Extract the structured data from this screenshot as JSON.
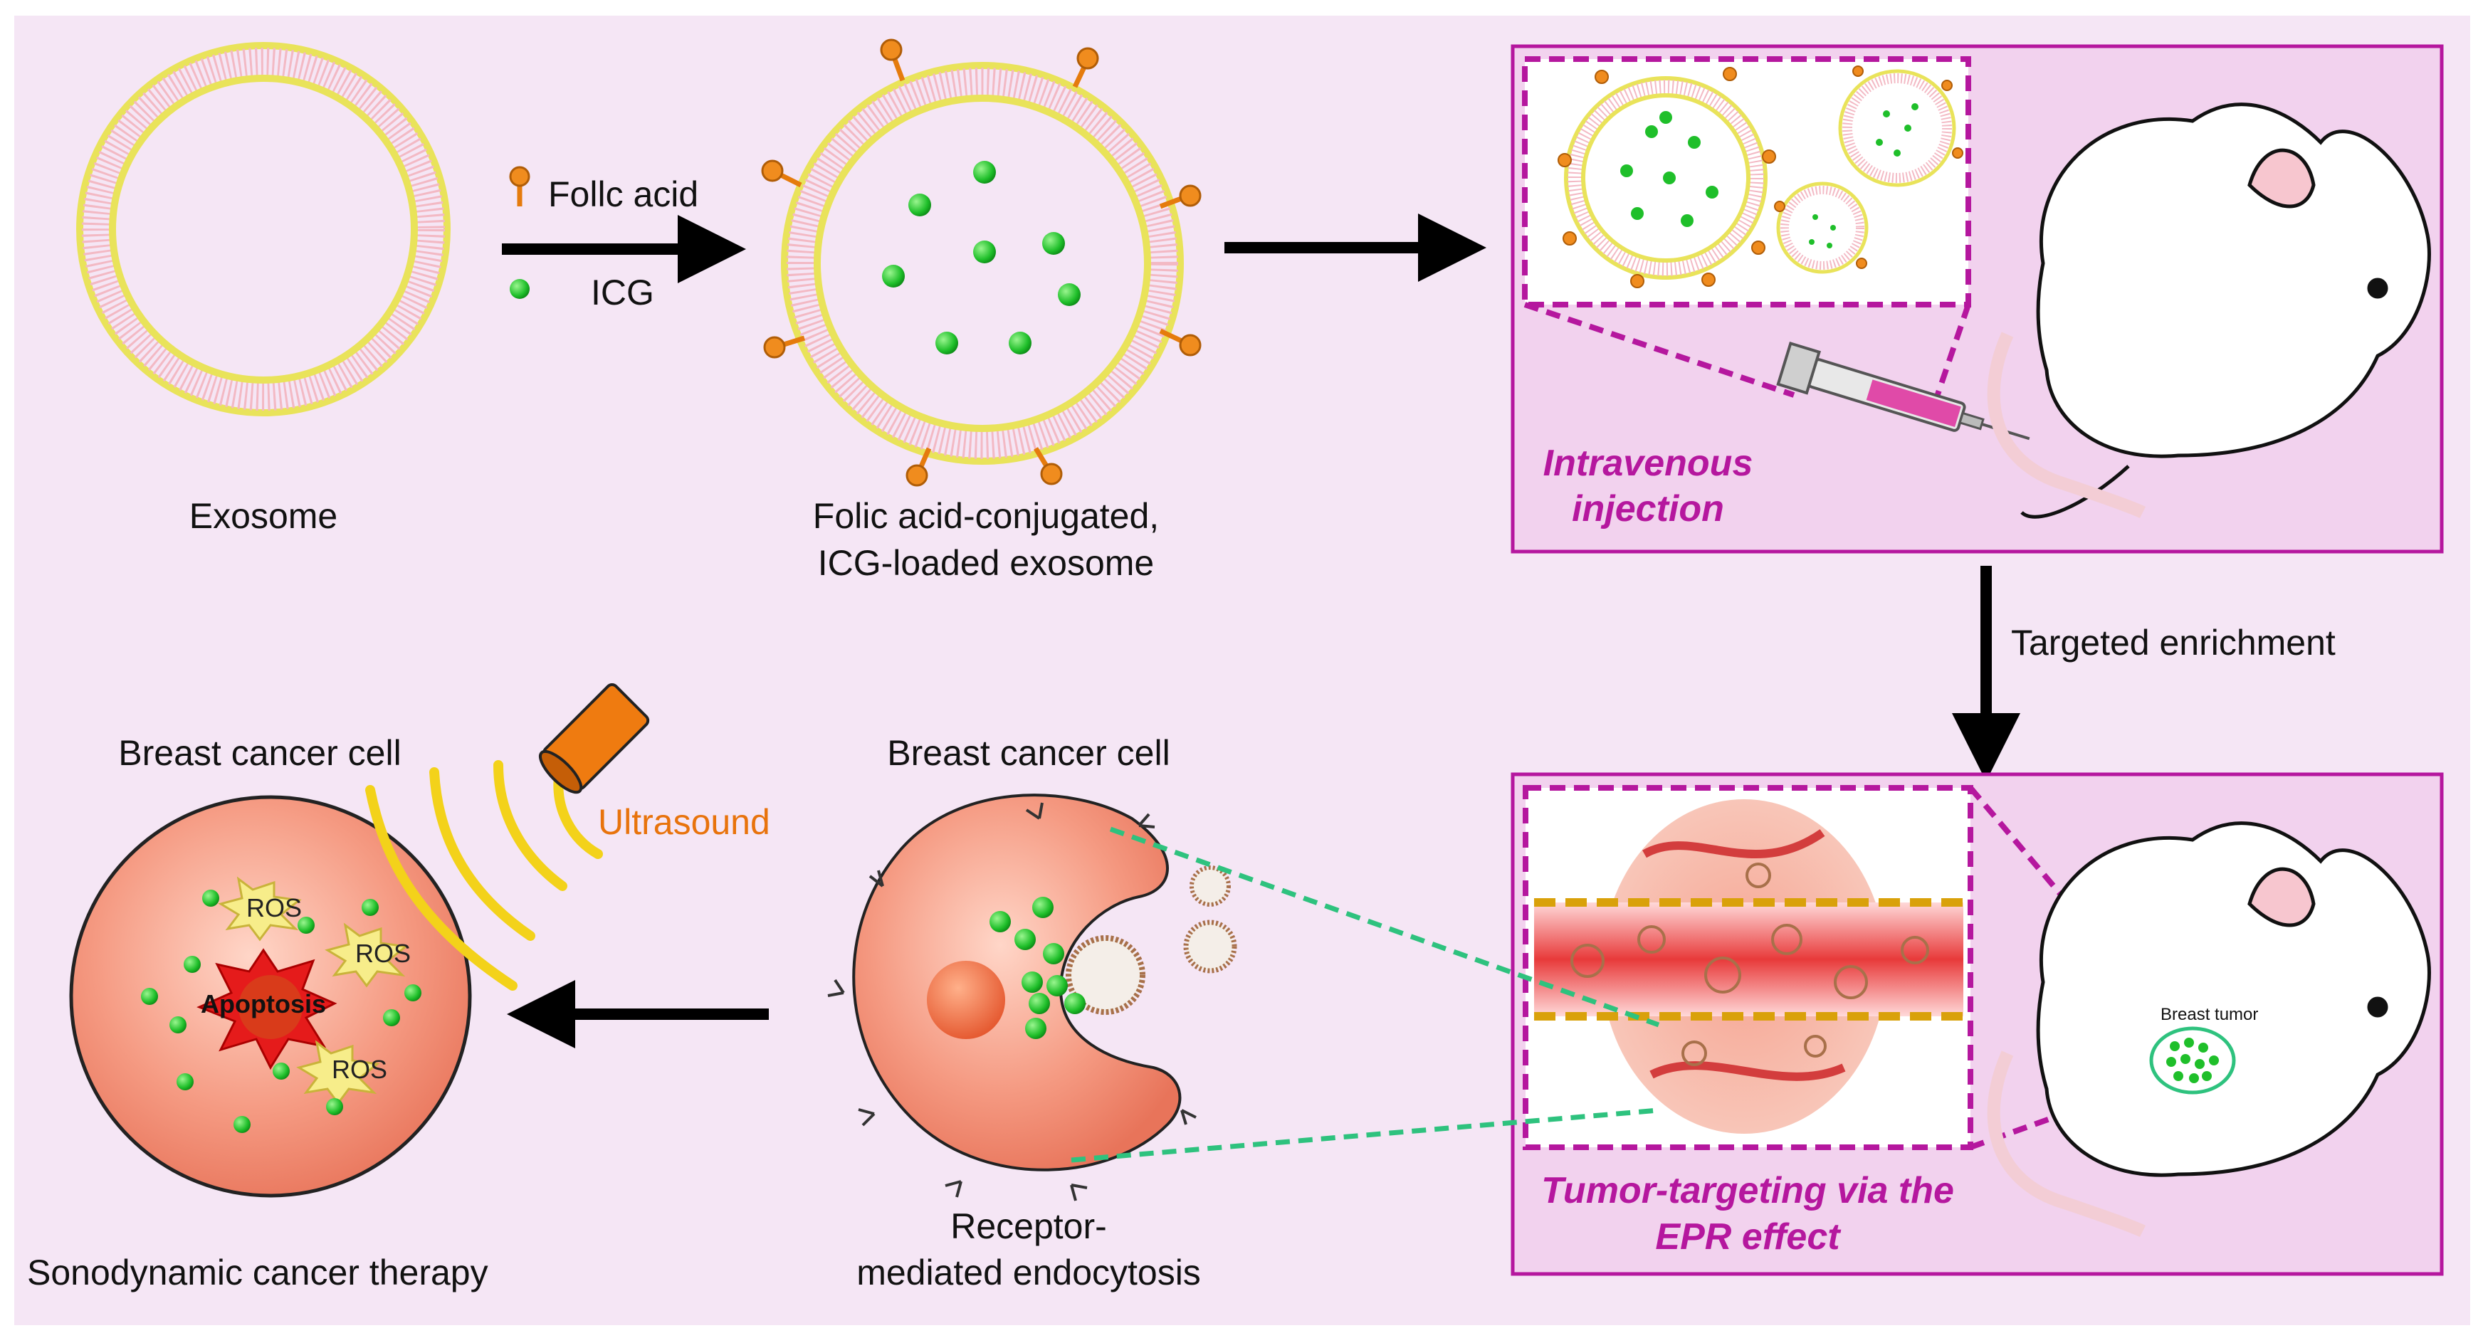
{
  "colors": {
    "background": "#f5e6f5",
    "panel_fill": "#f2d2ee",
    "panel_border": "#b5179e",
    "dashed_border": "#b5179e",
    "green_dashed": "#2ec27e",
    "membrane_yellow": "#e9e35a",
    "membrane_pink": "#f3b9c4",
    "icg_green": "#1fbf2a",
    "folate_orange": "#f08c1e",
    "cell_salmon": "#f39a82",
    "ultrasound_yellow": "#f3d21a",
    "ultrasound_orange": "#ef7b10",
    "text_magenta": "#b5179e",
    "text_orange": "#e8730c"
  },
  "labels": {
    "exosome": "Exosome",
    "folic_acid": "Follc acid",
    "icg": "ICG",
    "conjugated_line1": "Folic acid-conjugated,",
    "conjugated_line2": "ICG-loaded exosome",
    "intravenous_line1": "Intravenous",
    "intravenous_line2": "injection",
    "targeted_enrichment": "Targeted enrichment",
    "tumor_targeting_line1": "Tumor-targeting via the",
    "tumor_targeting_line2": "EPR effect",
    "breast_tumor": "Breast tumor",
    "breast_cancer_cell_mid": "Breast cancer cell",
    "breast_cancer_cell_left": "Breast cancer cell",
    "ultrasound": "Ultrasound",
    "receptor_line1": "Receptor-",
    "receptor_line2": "mediated endocytosis",
    "sonodynamic": "Sonodynamic cancer therapy",
    "ros": "ROS",
    "apoptosis": "Apoptosis"
  }
}
